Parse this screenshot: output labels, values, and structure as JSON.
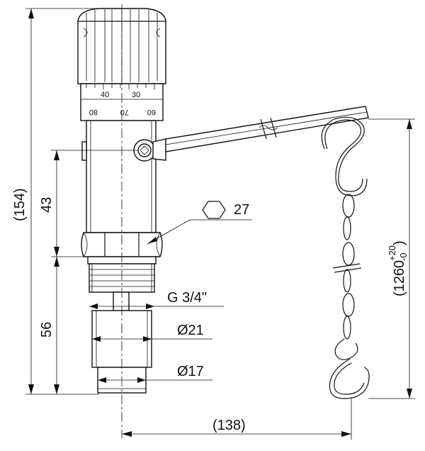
{
  "dimensions": {
    "total_height": "154",
    "total_height_paren": "(154)",
    "upper_section": "43",
    "lower_section": "56",
    "thread": "G 3/4\"",
    "dia_21": "Ø21",
    "dia_17": "Ø17",
    "horizontal_reach": "(138)",
    "chain_length_open": "(1260",
    "chain_tol_plus": "+20",
    "chain_tol_minus": "-0",
    "chain_length_close": ")",
    "hex_size": "27"
  },
  "knob_scale": {
    "top_row": [
      "40",
      "30"
    ],
    "bottom_row": [
      "80",
      "70",
      "60"
    ]
  },
  "colors": {
    "line": "#111111",
    "background": "#ffffff"
  }
}
